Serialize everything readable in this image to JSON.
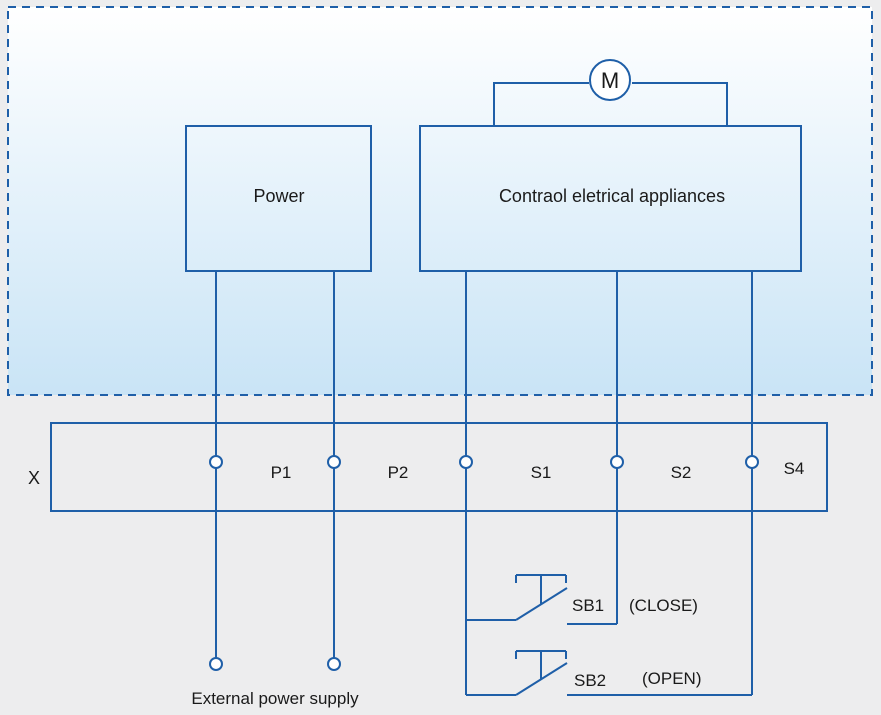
{
  "enclosure": {
    "fill_top": "#ffffff",
    "fill_bottom": "#c9e4f6",
    "border_color": "#1f5fa8"
  },
  "power_block": {
    "label": "Power"
  },
  "control_block": {
    "label": "Contraol eletrical appliances"
  },
  "motor": {
    "symbol": "M"
  },
  "terminal_strip": {
    "name": "X",
    "terminals": [
      "P1",
      "P2",
      "S1",
      "S2",
      "S4"
    ]
  },
  "switches": [
    {
      "name": "SB1",
      "function": "(CLOSE)"
    },
    {
      "name": "SB2",
      "function": "(OPEN)"
    }
  ],
  "external_supply": {
    "label": "External power supply"
  },
  "colors": {
    "wire": "#1f5fa8",
    "text": "#1a1a1a",
    "background": "#ededee"
  }
}
